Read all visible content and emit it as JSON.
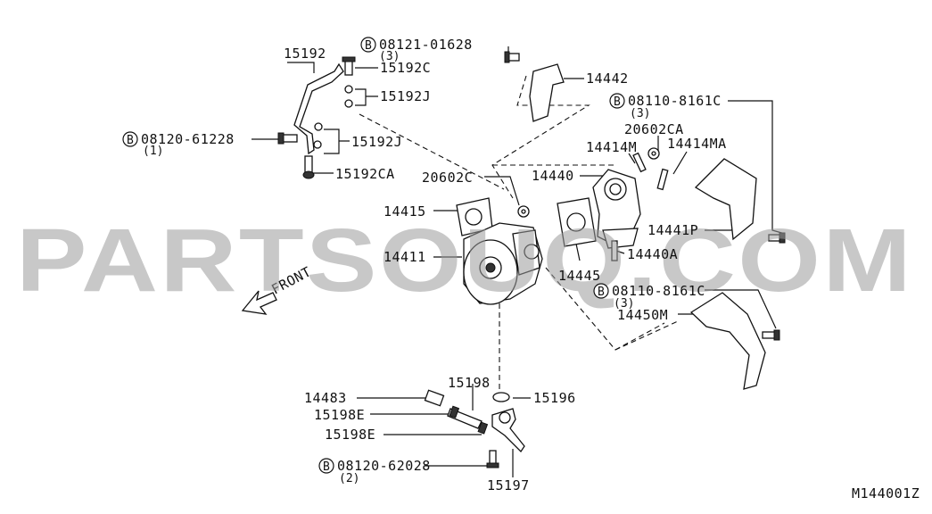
{
  "watermark": "PARTSOUQ.COM",
  "diagram_code": "M144001Z",
  "front_label": "FRONT",
  "bolt_symbol": "B",
  "labels": {
    "p15192": "15192",
    "p15192C": "15192C",
    "p15192J_a": "15192J",
    "p15192J_b": "15192J",
    "p15192CA": "15192CA",
    "b08120_61228": "08120-61228",
    "q08120_61228": "(1)",
    "b08121_01628": "08121-01628",
    "q08121_01628": "(3)",
    "p14442": "14442",
    "b08110_8161C_top": "08110-8161C",
    "q08110_8161C_top": "(3)",
    "p20602CA": "20602CA",
    "p14414M": "14414M",
    "p14414MA": "14414MA",
    "p14440": "14440",
    "p20602C": "20602C",
    "p14415": "14415",
    "p14441P": "14441P",
    "p14411": "14411",
    "p14440A": "14440A",
    "p14445": "14445",
    "b08110_8161C_bot": "08110-8161C",
    "q08110_8161C_bot": "(3)",
    "p14450M": "14450M",
    "p15198": "15198",
    "p14483": "14483",
    "p15196": "15196",
    "p15198E_a": "15198E",
    "p15198E_b": "15198E",
    "b08120_62028": "08120-62028",
    "q08120_62028": "(2)",
    "p15197": "15197"
  }
}
